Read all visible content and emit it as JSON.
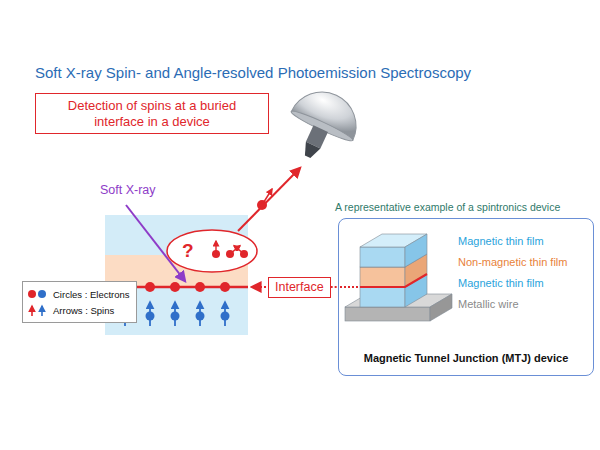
{
  "diagram": {
    "title": "Soft X-ray Spin- and Angle-resolved Photoemission Spectroscopy",
    "nodes": [
      {
        "text": [
          "Detection of spins at a buried interface in a device"
        ]
      },
      {
        "text": [
          "?"
        ]
      },
      {
        "text": [
          "Interface"
        ]
      },
      {
        "text": [
          "A representative example of a spintronics device",
          "Magnetic Tunnel Junction (MTJ) device"
        ]
      }
    ],
    "edges": [
      {
        "from": 2,
        "to": 3,
        "arrow": "none"
      }
    ],
    "labels": [
      "Soft X-ray",
      "Magnetic thin film",
      "Non-magnetic thin film",
      "Magnetic thin film",
      "Metallic wire"
    ],
    "legend": [
      {
        "text": "Circles : Electrons"
      },
      {
        "text": "Arrows : Spins"
      }
    ]
  }
}
